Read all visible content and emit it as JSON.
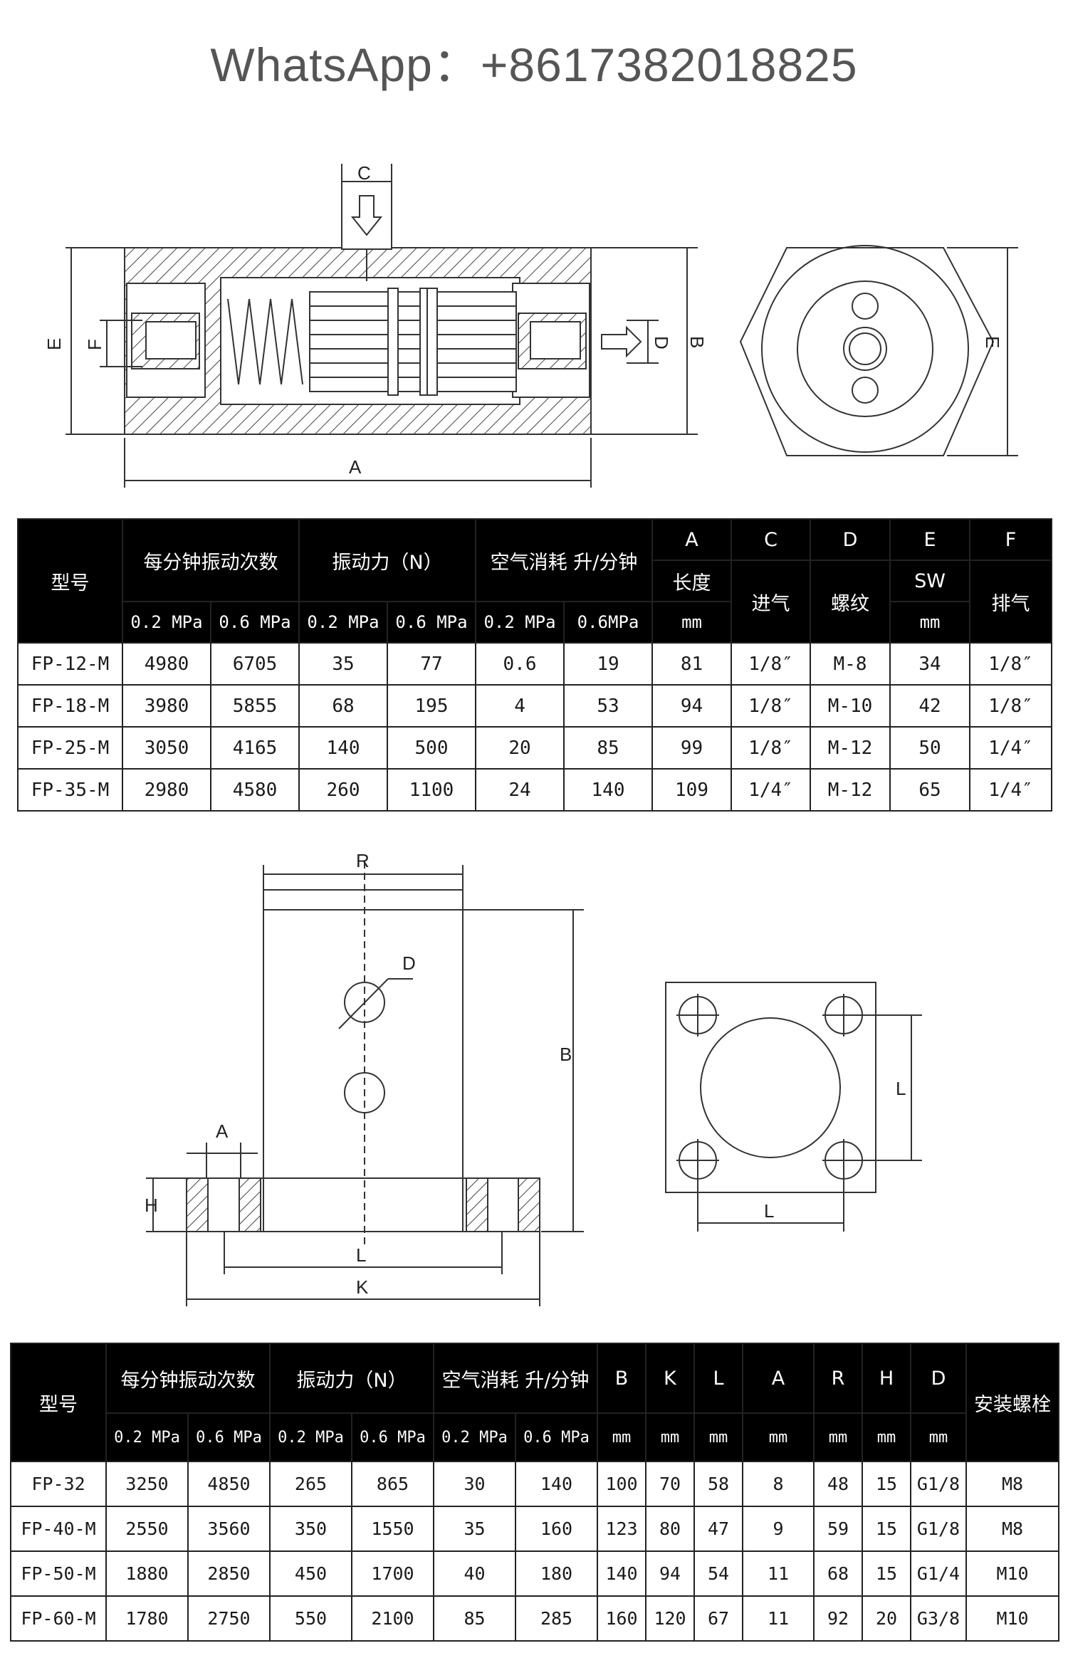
{
  "watermark": "WhatsApp：+8617382018825",
  "drawing1": {
    "labels": [
      "C",
      "E",
      "F",
      "D",
      "B",
      "A",
      "E"
    ]
  },
  "table1": {
    "headers": {
      "model": "型号",
      "freq": "每分钟振动次数",
      "force": "振动力（N）",
      "air": "空气消耗 升/分钟",
      "A": "A",
      "A_sub": "长度",
      "C": "C",
      "C_sub": "进气",
      "D": "D",
      "D_sub": "螺纹",
      "E": "E",
      "E_sub": "SW",
      "F": "F",
      "F_sub": "排气"
    },
    "subheaders": [
      "0.2 MPa",
      "0.6 MPa",
      "0.2 MPa",
      "0.6 MPa",
      "0.2 MPa",
      "0.6MPa",
      "mm",
      "mm"
    ],
    "rows": [
      [
        "FP-12-M",
        "4980",
        "6705",
        "35",
        "77",
        "0.6",
        "19",
        "81",
        "1/8″",
        "M-8",
        "34",
        "1/8″"
      ],
      [
        "FP-18-M",
        "3980",
        "5855",
        "68",
        "195",
        "4",
        "53",
        "94",
        "1/8″",
        "M-10",
        "42",
        "1/8″"
      ],
      [
        "FP-25-M",
        "3050",
        "4165",
        "140",
        "500",
        "20",
        "85",
        "99",
        "1/8″",
        "M-12",
        "50",
        "1/4″"
      ],
      [
        "FP-35-M",
        "2980",
        "4580",
        "260",
        "1100",
        "24",
        "140",
        "109",
        "1/4″",
        "M-12",
        "65",
        "1/4″"
      ]
    ]
  },
  "drawing2": {
    "labels": [
      "R",
      "D",
      "B",
      "A",
      "H",
      "L",
      "K",
      "L",
      "L"
    ]
  },
  "table2": {
    "headers": {
      "model": "型号",
      "freq": "每分钟振动次数",
      "force": "振动力（N）",
      "air": "空气消耗 升/分钟",
      "B": "B",
      "K": "K",
      "L": "L",
      "A": "A",
      "R": "R",
      "H": "H",
      "D": "D",
      "bolt": "安装螺栓"
    },
    "subheaders": [
      "0.2 MPa",
      "0.6 MPa",
      "0.2 MPa",
      "0.6 MPa",
      "0.2 MPa",
      "0.6 MPa",
      "mm",
      "mm",
      "mm",
      "mm",
      "mm",
      "mm",
      "mm"
    ],
    "rows": [
      [
        "FP-32",
        "3250",
        "4850",
        "265",
        "865",
        "30",
        "140",
        "100",
        "70",
        "58",
        "8",
        "48",
        "15",
        "G1/8",
        "M8"
      ],
      [
        "FP-40-M",
        "2550",
        "3560",
        "350",
        "1550",
        "35",
        "160",
        "123",
        "80",
        "47",
        "9",
        "59",
        "15",
        "G1/8",
        "M8"
      ],
      [
        "FP-50-M",
        "1880",
        "2850",
        "450",
        "1700",
        "40",
        "180",
        "140",
        "94",
        "54",
        "11",
        "68",
        "15",
        "G1/4",
        "M10"
      ],
      [
        "FP-60-M",
        "1780",
        "2750",
        "550",
        "2100",
        "85",
        "285",
        "160",
        "120",
        "67",
        "11",
        "92",
        "20",
        "G3/8",
        "M10"
      ]
    ]
  }
}
